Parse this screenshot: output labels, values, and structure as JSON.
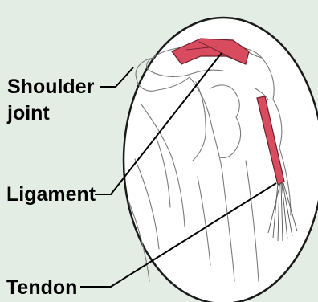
{
  "labels": {
    "shoulder_joint_line1": "Shoulder",
    "shoulder_joint_line2": "joint",
    "ligament": "Ligament",
    "tendon": "Tendon"
  },
  "colors": {
    "background": "#e3ede4",
    "ellipse_fill": "#ffffff",
    "outline": "#1a1a1a",
    "tissue": "#d94b5f",
    "sketch": "#8a8a8a"
  }
}
